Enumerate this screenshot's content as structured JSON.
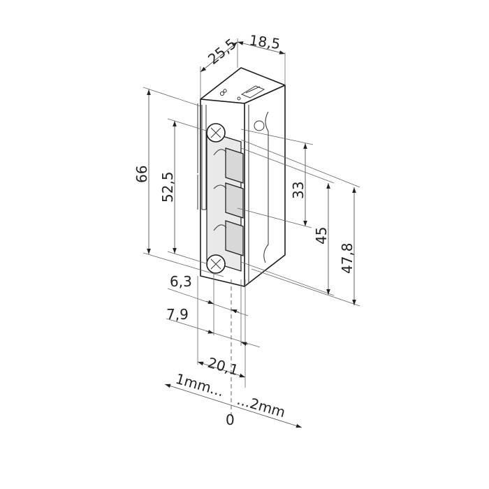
{
  "drawing": {
    "subject": "electric door strike",
    "dimensions_mm": {
      "depth_top": "25,5",
      "width_top": "18,5",
      "overall_height": "66",
      "screw_spacing": "52,5",
      "latch_height": "33",
      "faceplate_height_inner": "45",
      "faceplate_height_outer": "47,8",
      "offset_a": "6,3",
      "offset_b": "7,9",
      "overall_depth": "20,1"
    },
    "adjustment": {
      "left_label": "1mm...",
      "right_label": "...2mm",
      "zero_label": "0"
    },
    "colors": {
      "line": "#1a1a1a",
      "dimension": "#555555",
      "background": "#ffffff"
    }
  }
}
